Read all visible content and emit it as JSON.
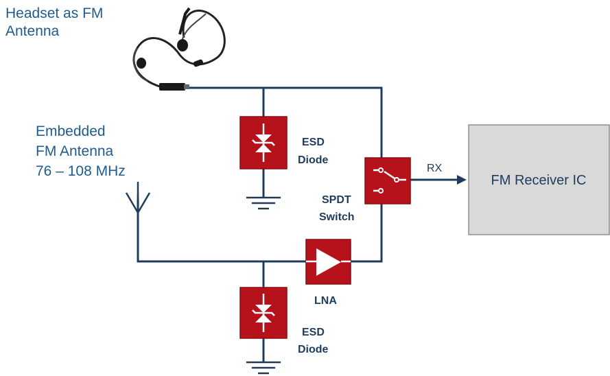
{
  "labels": {
    "headset_line1": "Headset as FM",
    "headset_line2": "Antenna",
    "embedded_line1": "Embedded",
    "embedded_line2": "FM Antenna",
    "embedded_line3": "76 – 108 MHz",
    "esd_top_line1": "ESD",
    "esd_top_line2": "Diode",
    "esd_bottom_line1": "ESD",
    "esd_bottom_line2": "Diode",
    "spdt_line1": "SPDT",
    "spdt_line2": "Switch",
    "lna": "LNA",
    "rx": "RX",
    "receiver": "FM Receiver IC"
  },
  "colors": {
    "component_red": "#b5121b",
    "wire_navy": "#1f3b5c",
    "text_blue": "#1f5b8f",
    "receiver_fill": "#d9d9d9"
  },
  "icons": {
    "headset": "headset-earphones-icon",
    "antenna": "antenna-icon",
    "ground": "ground-symbol-icon",
    "diode": "tvs-diode-icon",
    "switch": "spdt-switch-icon",
    "amplifier": "amplifier-triangle-icon"
  }
}
